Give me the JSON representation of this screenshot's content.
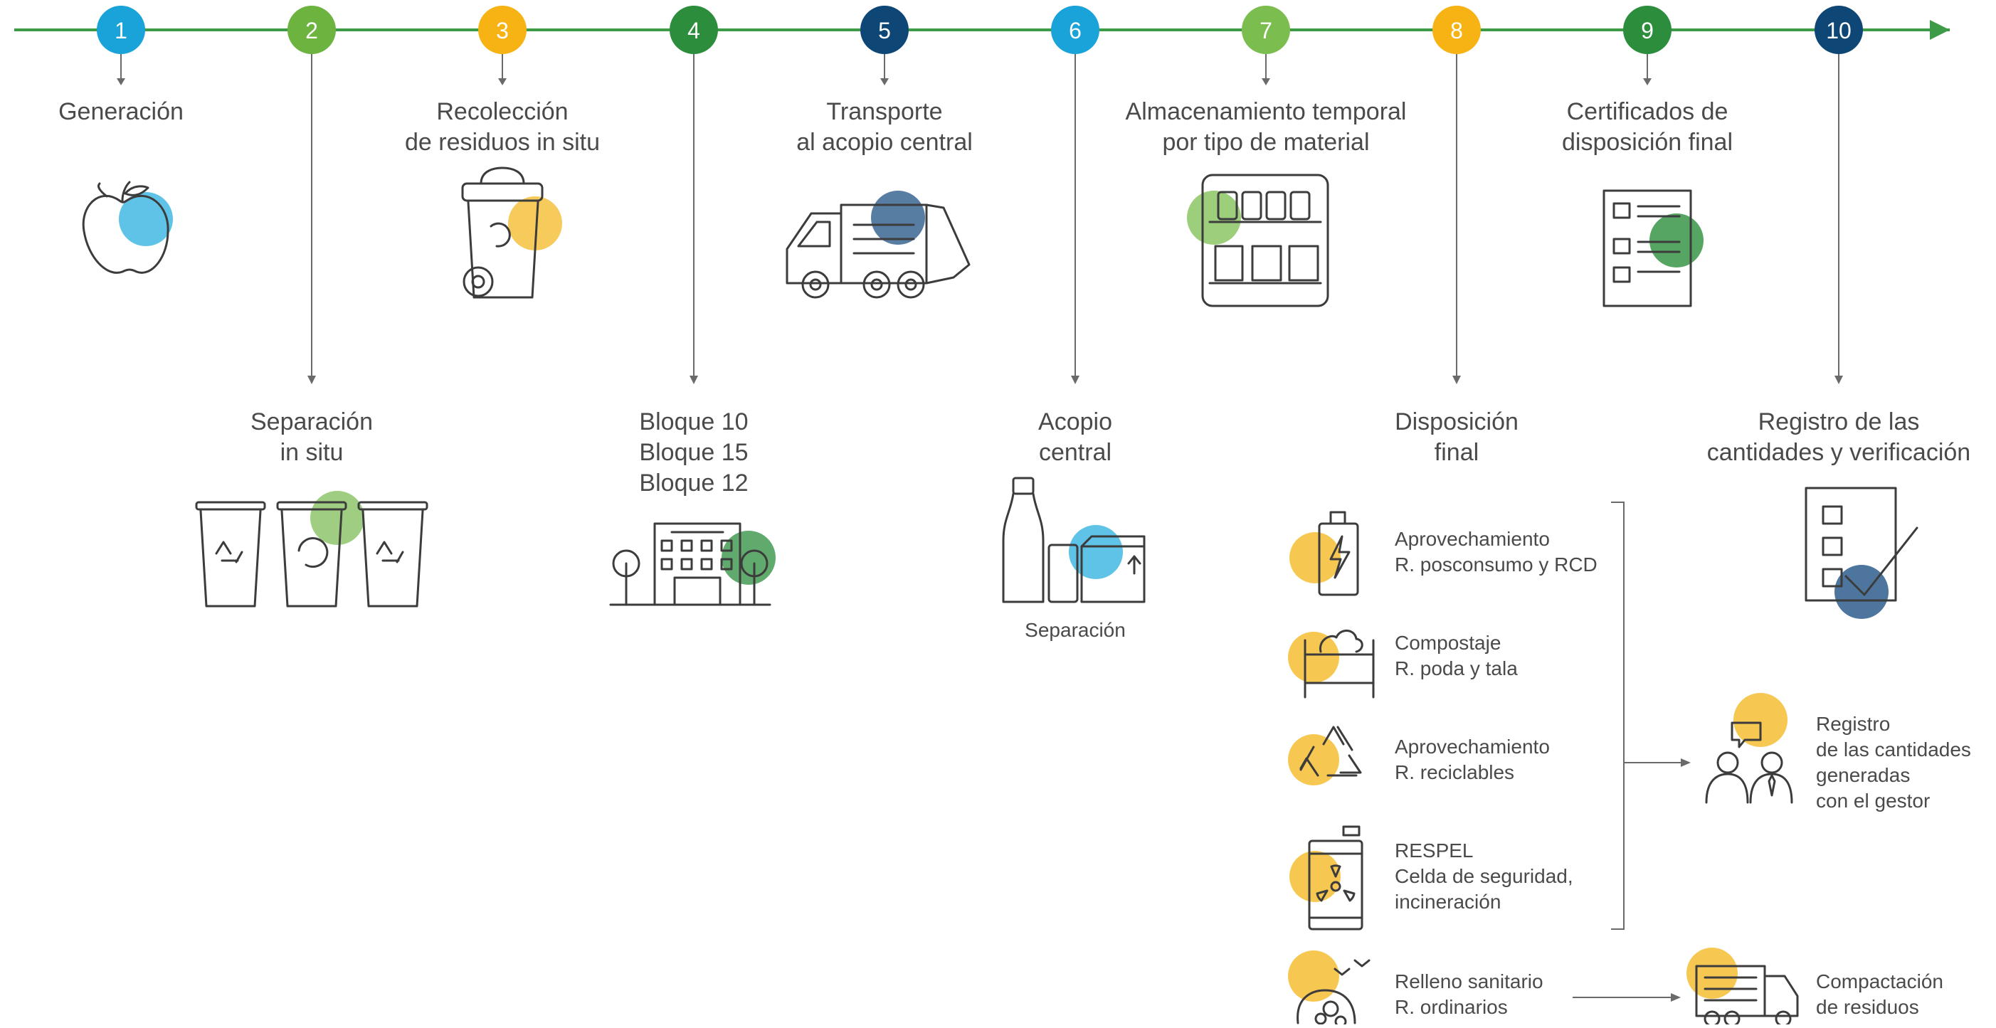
{
  "steps": [
    {
      "n": "1",
      "label": [
        "Generación"
      ],
      "color": "#1aa3d9"
    },
    {
      "n": "2",
      "label": [
        "Separación",
        "in situ"
      ],
      "color": "#6cb33f"
    },
    {
      "n": "3",
      "label": [
        "Recolección",
        "de residuos in situ"
      ],
      "color": "#f6b313"
    },
    {
      "n": "4",
      "label": [
        "Bloque 10",
        "Bloque 15",
        "Bloque 12"
      ],
      "color": "#2c8e3c"
    },
    {
      "n": "5",
      "label": [
        "Transporte",
        "al acopio central"
      ],
      "color": "#0e4675"
    },
    {
      "n": "6",
      "label": [
        "Acopio",
        "central"
      ],
      "color": "#1aa3d9"
    },
    {
      "n": "7",
      "label": [
        "Almacenamiento temporal",
        "por tipo de material"
      ],
      "color": "#7cbd4f"
    },
    {
      "n": "8",
      "label": [
        "Disposición",
        "final"
      ],
      "color": "#f6b313"
    },
    {
      "n": "9",
      "label": [
        "Certificados de",
        "disposición final"
      ],
      "color": "#2c8e3c"
    },
    {
      "n": "10",
      "label": [
        "Registro de las",
        "cantidades y verificación"
      ],
      "color": "#0e4675"
    }
  ],
  "acopio_sub": "Separación",
  "disposal": [
    {
      "lines": [
        "Aprovechamiento",
        "R. posconsumo y RCD"
      ],
      "icon": "battery-icon"
    },
    {
      "lines": [
        "Compostaje",
        "R. poda y tala"
      ],
      "icon": "compost-icon"
    },
    {
      "lines": [
        "Aprovechamiento",
        "R. reciclables"
      ],
      "icon": "recycle-icon"
    },
    {
      "lines": [
        "RESPEL",
        "Celda de seguridad,",
        "incineración"
      ],
      "icon": "hazard-barrel-icon"
    },
    {
      "lines": [
        "Relleno sanitario",
        "R. ordinarios"
      ],
      "icon": "landfill-icon"
    }
  ],
  "registro_gestor": [
    "Registro",
    "de las cantidades",
    "generadas",
    "con el gestor"
  ],
  "compactacion": [
    "Compactación",
    "de residuos"
  ],
  "colors": {
    "line": "#3d9b47",
    "accent_yellow": "#f6c23e",
    "accent_blue": "#4cbde4",
    "accent_green": "#6cb33f",
    "accent_navy": "#2e5d8c"
  }
}
